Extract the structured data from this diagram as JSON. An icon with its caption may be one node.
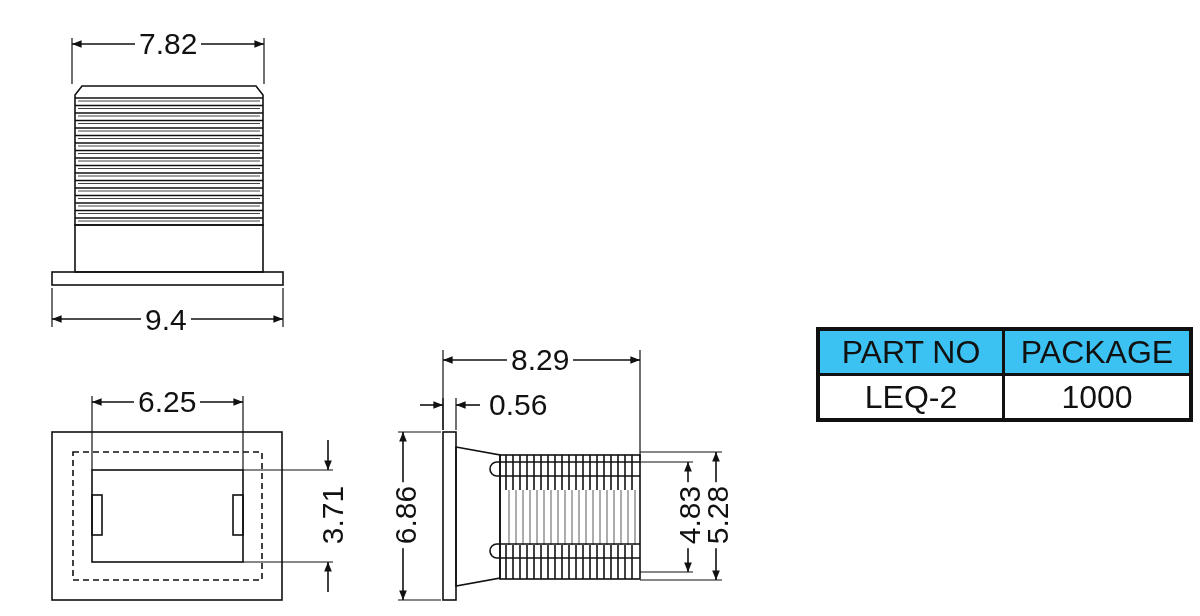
{
  "diagram": {
    "labels": [
      "7.82",
      "9.4",
      "8.29",
      "PART NO",
      "PACKAGE",
      "6.25",
      "0.56",
      "LEQ-2",
      "1000",
      "3.71",
      "6.86",
      "4.83",
      "5.28"
    ]
  }
}
